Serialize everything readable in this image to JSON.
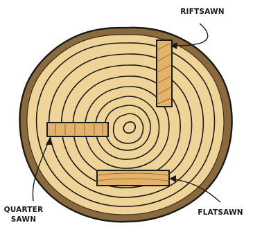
{
  "labels": {
    "riftsawn": "RIFTSAWN",
    "quarter_line1": "QUARTER",
    "quarter_line2": "SAWN",
    "flatsawn": "FLATSAWN"
  },
  "colors": {
    "background": "#ffffff",
    "bark": "#8a6a3c",
    "wood": "#efd49a",
    "ring": "#1f1a12",
    "board": "#e3b36c",
    "outline": "#1a1a1a"
  }
}
